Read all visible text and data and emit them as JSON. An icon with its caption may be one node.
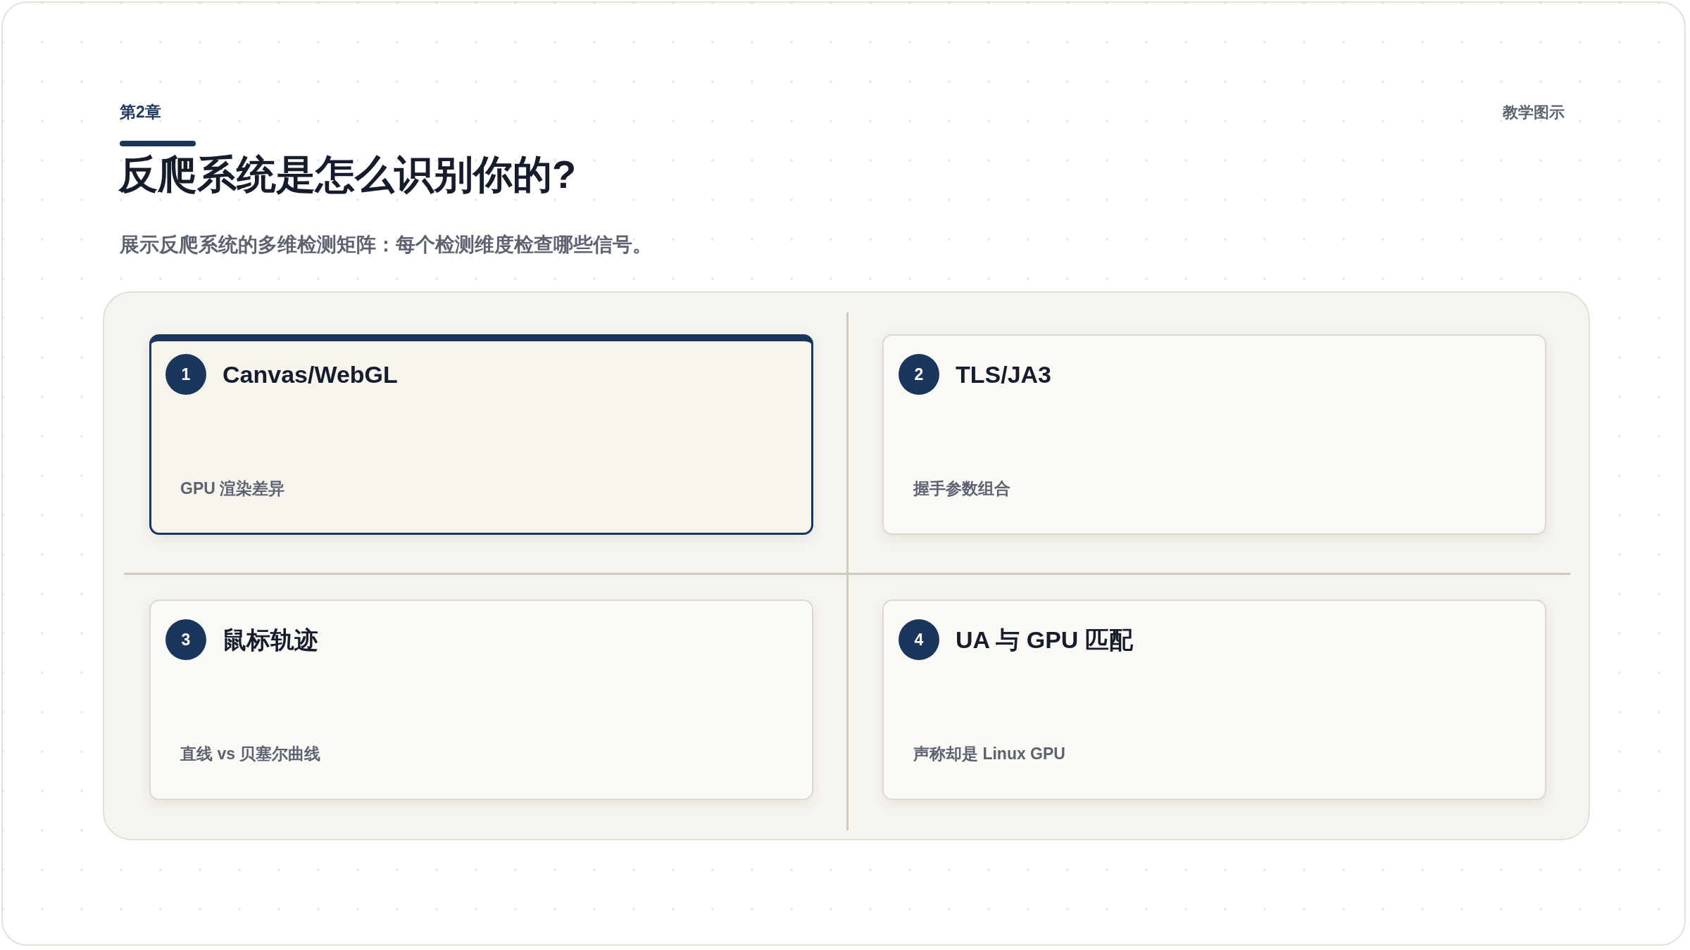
{
  "diagram": {
    "title": "反爬系统是怎么识别你的?",
    "nodes": [
      {
        "text": [
          "Canvas/WebGL",
          "GPU 渲染差异"
        ]
      },
      {
        "text": [
          "1"
        ],
        "in": 0
      },
      {
        "text": [
          "TLS/JA3",
          "握手参数组合"
        ]
      },
      {
        "text": [
          "2"
        ],
        "in": 2
      },
      {
        "text": [
          "鼠标轨迹",
          "直线 vs 贝塞尔曲线"
        ]
      },
      {
        "text": [
          "3"
        ],
        "in": 4
      },
      {
        "text": [
          "UA 与 GPU 匹配",
          "声称却是 Linux GPU"
        ]
      },
      {
        "text": [
          "4"
        ],
        "in": 6
      }
    ],
    "labels": [
      "第2章",
      "教学图示",
      "展示反爬系统的多维检测矩阵：每个检测维度检查哪些信号。"
    ]
  }
}
